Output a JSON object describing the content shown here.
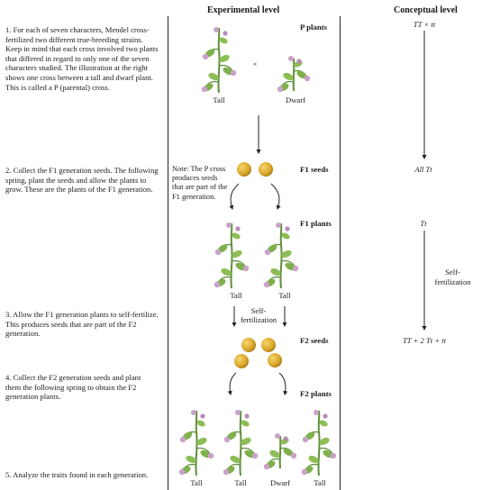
{
  "headers": {
    "experimental": "Experimental level",
    "conceptual": "Conceptual level"
  },
  "steps": [
    "1. For each of seven characters, Mendel cross-fertilized two different true-breeding strains. Keep in mind that each cross involved two plants that differed in regard to only one of the seven characters studied. The illustration at the right shows one cross between a tall and dwarf plant. This is called a P (parental) cross.",
    "2. Collect the F1 generation seeds. The following spring, plant the seeds and allow the plants to grow. These are the plants of the F1 generation.",
    "3. Allow the F1 generation plants to self-fertilize. This produces seeds that are part of the F2 generation.",
    "4. Collect the F2 generation seeds and plant them the following spring to obtain the F2 generation plants.",
    "5. Analyze the traits found in each generation."
  ],
  "stages": {
    "p_plants": "P plants",
    "f1_seeds": "F1 seeds",
    "f1_plants": "F1 plants",
    "f2_seeds": "F2 seeds",
    "f2_plants": "F2 plants"
  },
  "labels": {
    "cross": "×",
    "tall": "Tall",
    "dwarf": "Dwarf",
    "self_fert_exp": "Self-fertilization",
    "self_fert_con": "Self-fertilization"
  },
  "note": "Note: The P cross produces seeds that are part of the F1 generation.",
  "conceptual": {
    "p_cross": "TT × tt",
    "all_tt": "All Tt",
    "tt": "Tt",
    "f2_ratio": "TT + 2 Tt + tt"
  },
  "colors": {
    "stem": "#5e8f3a",
    "leaf": "#7fb04c",
    "flower": "#c9a2c9",
    "seed": "#d9a52a"
  }
}
